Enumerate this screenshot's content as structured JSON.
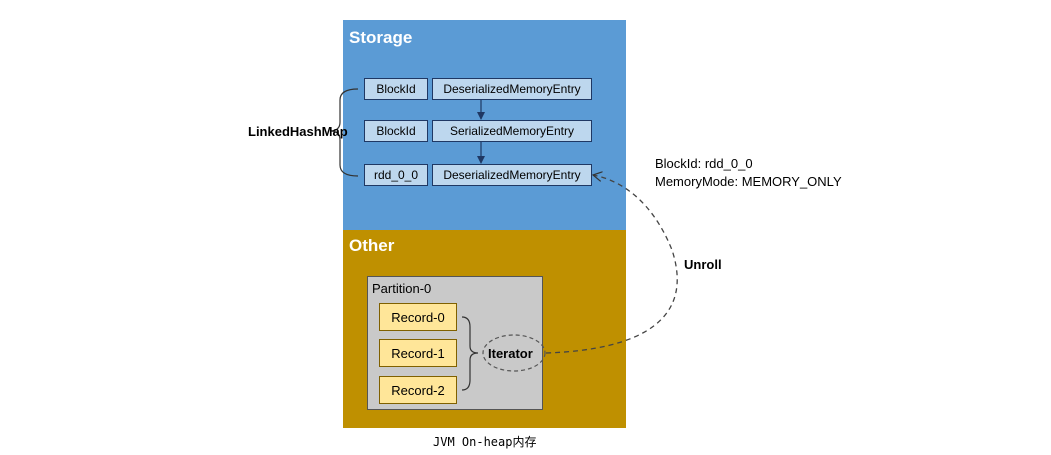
{
  "storage": {
    "title": "Storage",
    "rows": [
      {
        "block_id": "BlockId",
        "entry": "DeserializedMemoryEntry"
      },
      {
        "block_id": "BlockId",
        "entry": "SerializedMemoryEntry"
      },
      {
        "block_id": "rdd_0_0",
        "entry": "DeserializedMemoryEntry"
      }
    ]
  },
  "linked_hash_map_label": "LinkedHashMap",
  "other": {
    "title": "Other",
    "partition": {
      "title": "Partition-0",
      "records": [
        "Record-0",
        "Record-1",
        "Record-2"
      ],
      "iterator_label": "Iterator"
    }
  },
  "unroll_label": "Unroll",
  "block_info": {
    "block_id_line": "BlockId:  rdd_0_0",
    "memory_mode_line": "MemoryMode:   MEMORY_ONLY"
  },
  "caption": "JVM On-heap内存"
}
